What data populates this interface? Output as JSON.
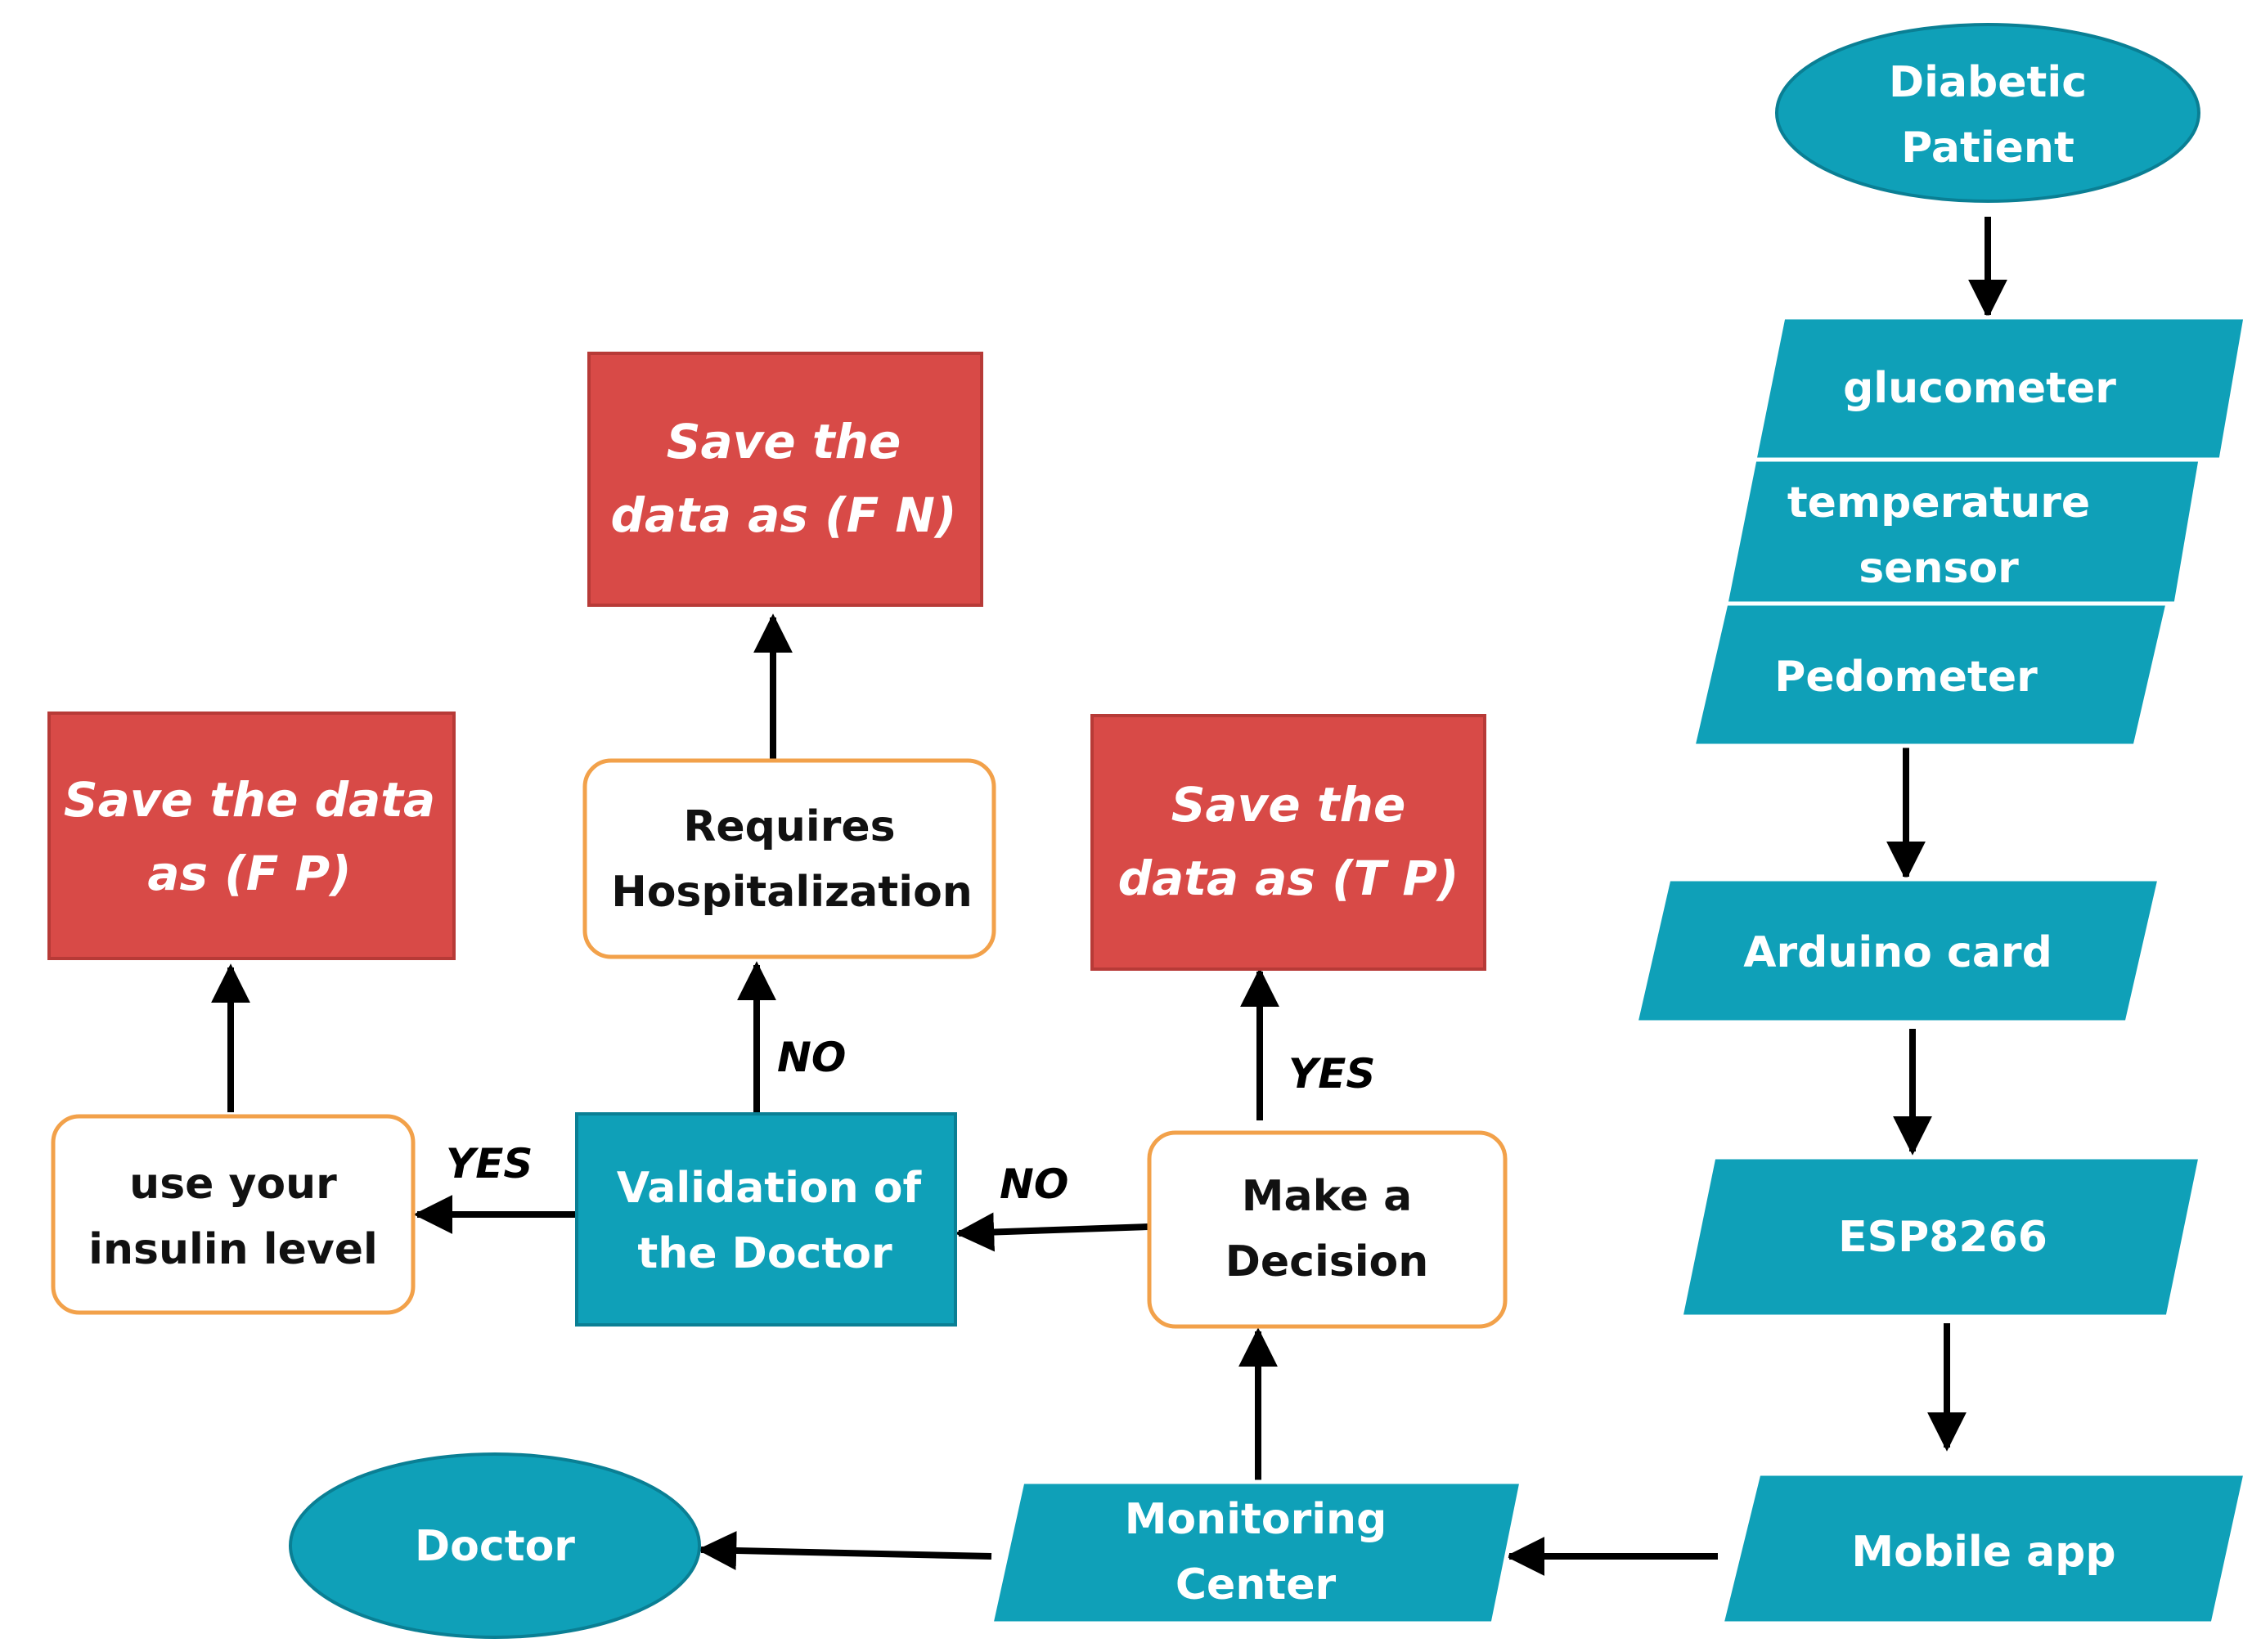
{
  "colors": {
    "teal": "#0FA0B8",
    "teal_border": "#0A7F94",
    "red": "#D84A47",
    "red_border": "#B73A37",
    "orange_border": "#F2A14A",
    "arrow": "#000000"
  },
  "nodes": {
    "diabetic_patient": {
      "line1": "Diabetic",
      "line2": "Patient"
    },
    "glucometer": {
      "label": "glucometer"
    },
    "temperature_sensor": {
      "line1": "temperature",
      "line2": "sensor"
    },
    "pedometer": {
      "label": "Pedometer"
    },
    "arduino_card": {
      "label": "Arduino card"
    },
    "esp8266": {
      "label": "ESP8266"
    },
    "mobile_app": {
      "label": "Mobile app"
    },
    "monitoring_center": {
      "line1": "Monitoring",
      "line2": "Center"
    },
    "doctor": {
      "label": "Doctor"
    },
    "make_decision": {
      "line1": "Make a",
      "line2": "Decision"
    },
    "save_tp": {
      "line1": "Save the",
      "line2": "data as (T P)"
    },
    "validation": {
      "line1": "Validation of",
      "line2": "the Doctor"
    },
    "requires_hosp": {
      "line1": "Requires",
      "line2": "Hospitalization"
    },
    "save_fn": {
      "line1": "Save the",
      "line2": "data as (F N)"
    },
    "insulin": {
      "line1": "use your",
      "line2": "insulin level"
    },
    "save_fp": {
      "line1": "Save the data",
      "line2": "as (F P)"
    }
  },
  "edge_labels": {
    "decision_yes": "YES",
    "decision_no": "NO",
    "validation_no": "NO",
    "validation_yes": "YES"
  }
}
